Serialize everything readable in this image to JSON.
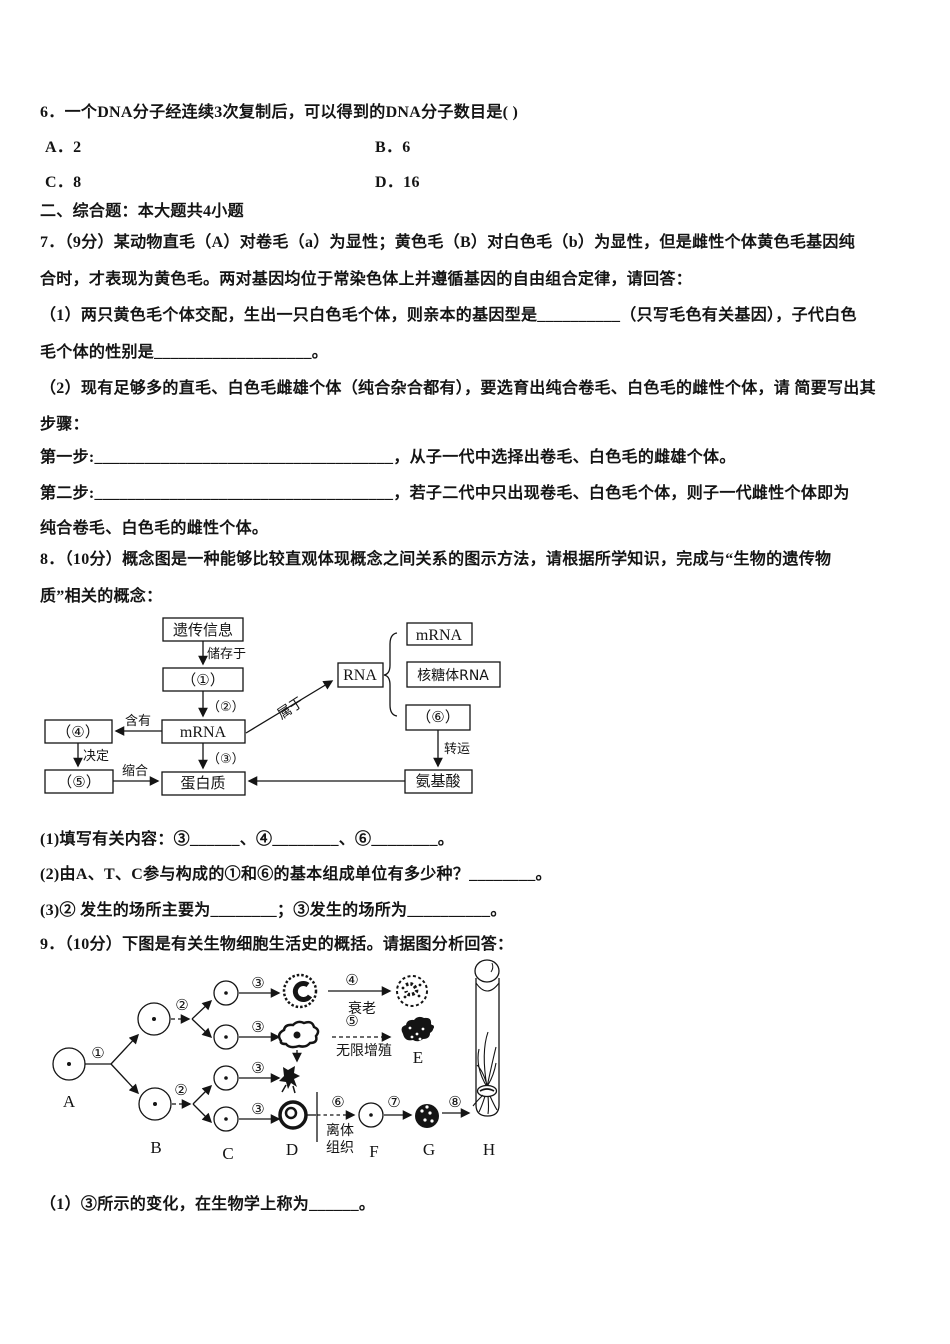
{
  "q6": {
    "stem": "6．一个DNA分子经连续3次复制后，可以得到的DNA分子数目是( )",
    "options": [
      "A．2",
      "B．6",
      "C．8",
      "D．16"
    ]
  },
  "section": {
    "heading": "二、综合题：本大题共4小题"
  },
  "q7": {
    "lines": [
      "7．（9分）某动物直毛（A）对卷毛（a）为显性；黄色毛（B）对白色毛（b）为显性，但是雌性个体黄色毛基因纯",
      "合时，才表现为黄色毛。两对基因均位于常染色体上并遵循基因的自由组合定律，请回答：",
      "（1）两只黄色毛个体交配，生出一只白色毛个体，则亲本的基因型是__________（只写毛色有关基因），子代白色",
      "毛个体的性别是___________________。",
      "（2）现有足够多的直毛、白色毛雌雄个体（纯合杂合都有），要选育出纯合卷毛、白色毛的雌性个体，请 简要写出其",
      "步骤：",
      "第一步:____________________________________，从子一代中选择出卷毛、白色毛的雌雄个体。",
      "第二步:____________________________________，若子二代中只出现卷毛、白色毛个体，则子一代雌性个体即为",
      "纯合卷毛、白色毛的雌性个体。"
    ]
  },
  "q8": {
    "lines": [
      "8．（10分）概念图是一种能够比较直观体现概念之间关系的图示方法，请根据所学知识，完成与“生物的遗传物",
      "质”相关的概念："
    ],
    "sub": [
      "(1)填写有关内容：③______、④________、⑥________。",
      "(2)由A、T、C参与构成的①和⑥的基本组成单位有多少种？________。",
      "(3)② 发生的场所主要为________；③发生的场所为__________。"
    ],
    "diagram": {
      "genetic_info": "遗传信息",
      "stored_in": "储存于",
      "blank1": "（①）",
      "step2": "（②）",
      "mrna": "mRNA",
      "contains": "含有",
      "blank4": "（④）",
      "determine": "决定",
      "blank5": "（⑤）",
      "condense": "缩合",
      "protein": "蛋白质",
      "step3": "（③）",
      "belongs_to": "属于",
      "rna": "RNA",
      "mrna2": "mRNA",
      "rrna": "核糖体RNA",
      "blank6": "（⑥）",
      "transfer": "转运",
      "amino_acid": "氨基酸"
    }
  },
  "q9": {
    "stem": "9．（10分）下图是有关生物细胞生活史的概括。请据图分析回答：",
    "sub1": "（1）③所示的变化，在生物学上称为______。",
    "diagram": {
      "n1": "①",
      "n2": "②",
      "n3": "③",
      "n4": "④",
      "n5": "⑤",
      "n6": "⑥",
      "n7": "⑦",
      "n8": "⑧",
      "aging": "衰老",
      "unlimited": "无限增殖",
      "isolated1": "离体",
      "isolated2": "组织",
      "A": "A",
      "B": "B",
      "C": "C",
      "D": "D",
      "E": "E",
      "F": "F",
      "G": "G",
      "H": "H"
    }
  }
}
